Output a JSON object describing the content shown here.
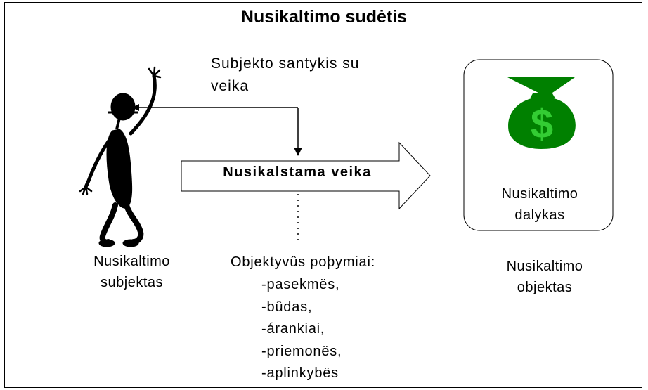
{
  "title": "Nusikaltimo sudėtis",
  "relation_label": "Subjekto santykis su veika",
  "act_label": "Nusikalstama veika",
  "subject_label_lines": [
    "Nusikaltimo",
    "subjektas"
  ],
  "object_label_lines": [
    "Nusikaltimo",
    "objektas"
  ],
  "thing_label_lines": [
    "Nusikaltimo",
    "dalykas"
  ],
  "signs_title": "Objektyvûs poþymiai:",
  "signs": [
    "-pasekmës,",
    "-bûdas,",
    "-árankiai,",
    "-priemonës,",
    "-aplinkybës"
  ],
  "money_symbol": "$",
  "icons": [
    "person-figure-icon",
    "money-bag-icon"
  ],
  "colors": {
    "bag": "#008000",
    "dollar": "#33cc33",
    "figure": "#000000"
  }
}
